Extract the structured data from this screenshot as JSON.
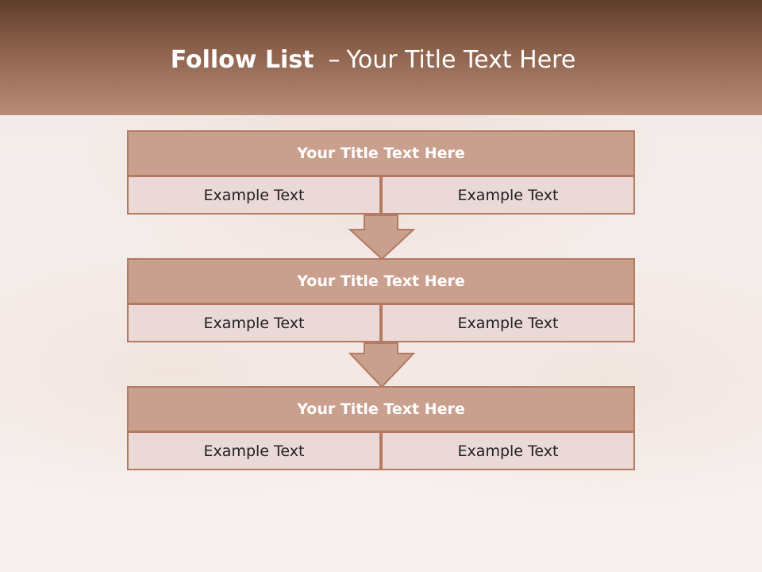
{
  "slide": {
    "title_bold": "Follow List",
    "title_separator": "–",
    "title_rest": "Your Title Text Here"
  },
  "steps": [
    {
      "title": "Your Title Text Here",
      "cells": [
        "Example Text",
        "Example Text"
      ]
    },
    {
      "title": "Your Title Text Here",
      "cells": [
        "Example Text",
        "Example Text"
      ]
    },
    {
      "title": "Your Title Text Here",
      "cells": [
        "Example Text",
        "Example Text"
      ]
    }
  ],
  "colors": {
    "header_dark": "#5e3d2b",
    "header_light": "#b78d79",
    "box_title_fill": "#c8a08d",
    "box_cell_fill": "#ead9d6",
    "border": "#b47a62",
    "arrow_fill": "#c8a08d"
  }
}
